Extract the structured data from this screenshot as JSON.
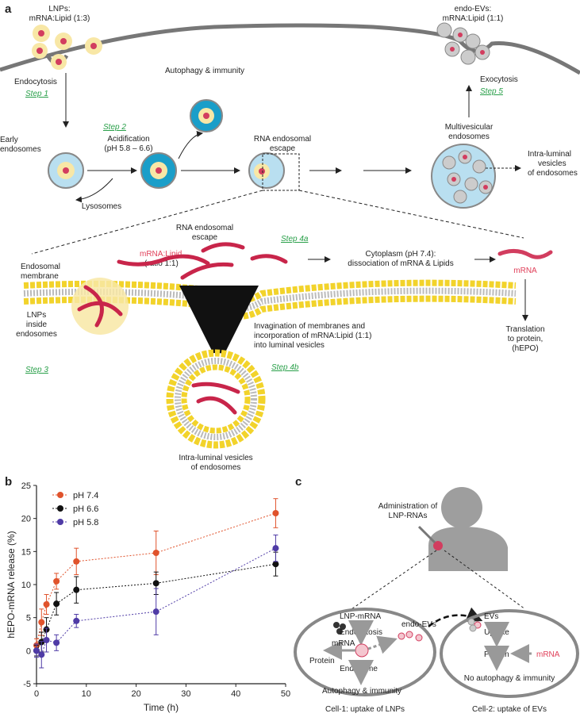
{
  "panel_a": {
    "label": "a",
    "lnps_label": [
      "LNPs:",
      "mRNA:Lipid (1:3)"
    ],
    "endo_evs_label": [
      "endo-EVs:",
      "mRNA:Lipid (1:1)"
    ],
    "endocytosis": "Endocytosis",
    "step1": "Step 1",
    "autophagy": "Autophagy & immunity",
    "exocytosis": "Exocytosis",
    "step5": "Step 5",
    "step2": "Step 2",
    "early_endosomes": [
      "Early",
      "endosomes"
    ],
    "acidification": [
      "Acidification",
      "(pH 5.8 – 6.6)"
    ],
    "rna_escape_top": [
      "RNA endosomal",
      "escape"
    ],
    "multivesicular": [
      "Multivesicular",
      "endosomes"
    ],
    "intraluminal_top": [
      "Intra-luminal",
      "vesicles",
      "of endosomes"
    ],
    "lysosomes": "Lysosomes",
    "rna_escape_mid": [
      "RNA endosomal",
      "escape"
    ],
    "step4a": "Step 4a",
    "mrna_lipid": "mRNA:Lipid",
    "ratio": "(ratio 1:1)",
    "cytoplasm": [
      "Cytoplasm (pH 7.4):",
      "dissociation of mRNA & Lipids"
    ],
    "mrna": "mRNA",
    "endosomal_membrane": [
      "Endosomal",
      "membrane"
    ],
    "invagination": [
      "Invagination of membranes and",
      "incorporation of mRNA:Lipid (1:1)",
      "into luminal vesicles"
    ],
    "translation": [
      "Translation",
      "to protein,",
      "(hEPO)"
    ],
    "lnps_inside": [
      "LNPs",
      "inside",
      "endosomes"
    ],
    "step3": "Step 3",
    "step4b": "Step 4b",
    "intraluminal_bottom": [
      "Intra-luminal vesicles",
      "of endosomes"
    ]
  },
  "panel_b": {
    "label": "b"
  },
  "panel_c": {
    "label": "c",
    "administration": [
      "Administration of",
      "LNP-RNAs"
    ],
    "lnp_mrna": "LNP-mRNA",
    "endo_evs": "endo-EVs",
    "evs": "EVs",
    "endocytosis": "Endocytosis",
    "mrna": "mRNA",
    "protein": "Protein",
    "endosome": "Endosome",
    "autophagy": "Autophagy & immunity",
    "uptake": "Uptake",
    "protein2": "Protein",
    "mrna2": "mRNA",
    "no_autophagy": "No autophagy & immunity",
    "cell1": "Cell-1: uptake of LNPs",
    "cell2": "Cell-2: uptake of EVs"
  },
  "chart_data": {
    "type": "line",
    "xlabel": "Time (h)",
    "ylabel": "hEPO-mRNA release (%)",
    "xlim": [
      0,
      50
    ],
    "ylim": [
      -5,
      25
    ],
    "xticks": [
      0,
      10,
      20,
      30,
      40,
      50
    ],
    "yticks": [
      -5,
      0,
      5,
      10,
      15,
      20,
      25
    ],
    "legend_position": "top-left",
    "series": [
      {
        "name": "pH 7.4",
        "color": "#e0532c",
        "x": [
          0,
          1,
          2,
          4,
          8,
          24,
          48
        ],
        "y": [
          0.8,
          4.3,
          7.0,
          10.5,
          13.5,
          14.8,
          20.8
        ],
        "err": [
          1.0,
          2.0,
          1.5,
          1.2,
          2.0,
          3.3,
          2.2
        ]
      },
      {
        "name": "pH 6.6",
        "color": "#111111",
        "x": [
          0,
          1,
          2,
          4,
          8,
          24,
          48
        ],
        "y": [
          0.0,
          1.3,
          3.2,
          7.1,
          9.2,
          10.2,
          13.1
        ],
        "err": [
          0.8,
          1.5,
          1.8,
          1.7,
          2.0,
          1.7,
          1.8
        ]
      },
      {
        "name": "pH 5.8",
        "color": "#4f3ba6",
        "x": [
          0,
          1,
          2,
          4,
          8,
          24,
          48
        ],
        "y": [
          0.0,
          -0.6,
          1.6,
          1.2,
          4.5,
          5.9,
          15.5
        ],
        "err": [
          1.0,
          2.0,
          1.8,
          1.2,
          1.0,
          3.5,
          2.0
        ]
      }
    ]
  }
}
